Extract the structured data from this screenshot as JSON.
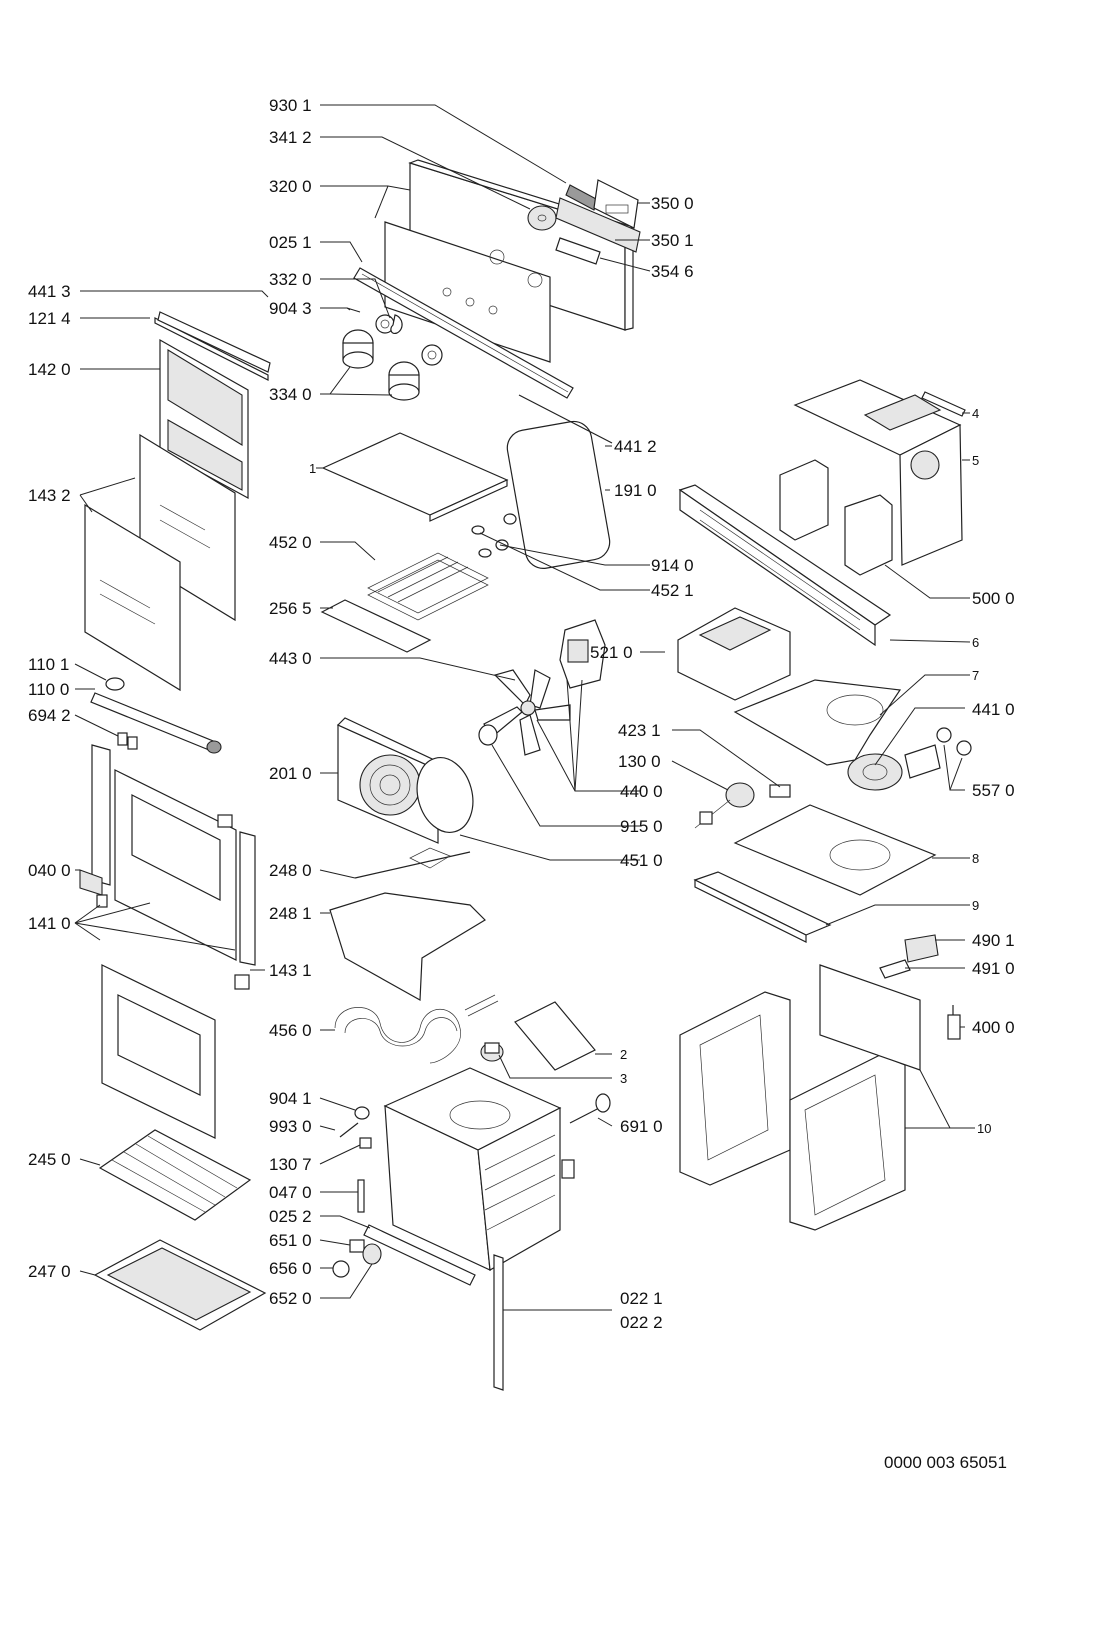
{
  "labels": {
    "l930_1": "930 1",
    "l341_2": "341 2",
    "l320_0": "320 0",
    "l350_0": "350 0",
    "l350_1": "350 1",
    "l025_1": "025 1",
    "l354_6": "354 6",
    "l332_0": "332 0",
    "l904_3": "904 3",
    "l334_0": "334 0",
    "l441_3": "441 3",
    "l121_4": "121 4",
    "l142_0": "142 0",
    "l143_2": "143 2",
    "l1": "1",
    "l441_2": "441 2",
    "l191_0": "191 0",
    "l452_0": "452 0",
    "l914_0": "914 0",
    "l452_1": "452 1",
    "l256_5": "256 5",
    "l443_0": "443 0",
    "l521_0": "521 0",
    "l110_1": "110 1",
    "l110_0": "110 0",
    "l694_2": "694 2",
    "l201_0": "201 0",
    "l440_0": "440 0",
    "l915_0": "915 0",
    "l451_0": "451 0",
    "l040_0": "040 0",
    "l248_0": "248 0",
    "l141_0": "141 0",
    "l248_1": "248 1",
    "l143_1": "143 1",
    "l456_0": "456 0",
    "l904_1": "904 1",
    "l993_0": "993 0",
    "l130_7": "130 7",
    "l245_0": "245 0",
    "l047_0": "047 0",
    "l025_2": "025 2",
    "l651_0": "651 0",
    "l656_0": "656 0",
    "l247_0": "247 0",
    "l652_0": "652 0",
    "l022_1": "022 1",
    "l022_2": "022 2",
    "l691_0": "691 0",
    "l4": "4",
    "l5": "5",
    "l500_0": "500 0",
    "l6": "6",
    "l7": "7",
    "l441_0": "441 0",
    "l423_1": "423 1",
    "l130_0": "130 0",
    "l557_0": "557 0",
    "l8": "8",
    "l9": "9",
    "l490_1": "490 1",
    "l491_0": "491 0",
    "l400_0": "400 0",
    "l10": "10",
    "l2": "2",
    "l3": "3"
  },
  "document_id": "0000 003 65051"
}
